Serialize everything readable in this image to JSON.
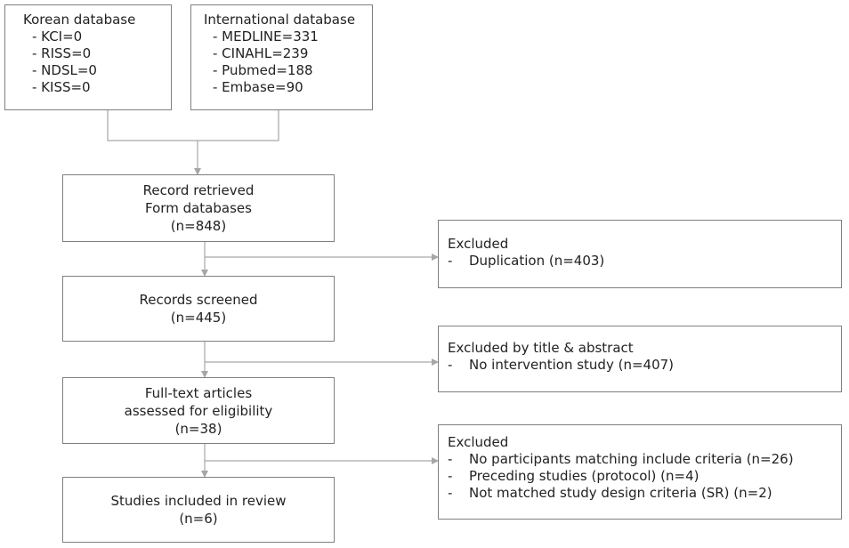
{
  "korean_db": {
    "title": "Korean database",
    "items": [
      "- KCI=0",
      "- RISS=0",
      "- NDSL=0",
      "- KISS=0"
    ]
  },
  "international_db": {
    "title": "International database",
    "items": [
      "- MEDLINE=331",
      "- CINAHL=239",
      "- Pubmed=188",
      "- Embase=90"
    ]
  },
  "retrieved": {
    "lines": [
      "Record retrieved",
      "Form databases",
      "(n=848)"
    ]
  },
  "screened": {
    "lines": [
      "Records screened",
      "(n=445)"
    ]
  },
  "fulltext": {
    "lines": [
      "Full-text articles",
      "assessed for eligibility",
      "(n=38)"
    ]
  },
  "included": {
    "lines": [
      "Studies included in review",
      "(n=6)"
    ]
  },
  "excluded_1": {
    "title": "Excluded",
    "items": [
      "Duplication (n=403)"
    ]
  },
  "excluded_2": {
    "title": "Excluded by title & abstract",
    "items": [
      "No intervention study (n=407)"
    ]
  },
  "excluded_3": {
    "title": "Excluded",
    "items": [
      "No participants matching include criteria (n=26)",
      "Preceding studies (protocol) (n=4)",
      "Not matched study design criteria (SR) (n=2)"
    ]
  },
  "line_color": "#a6a6a6",
  "border_color": "#7f7f7f"
}
